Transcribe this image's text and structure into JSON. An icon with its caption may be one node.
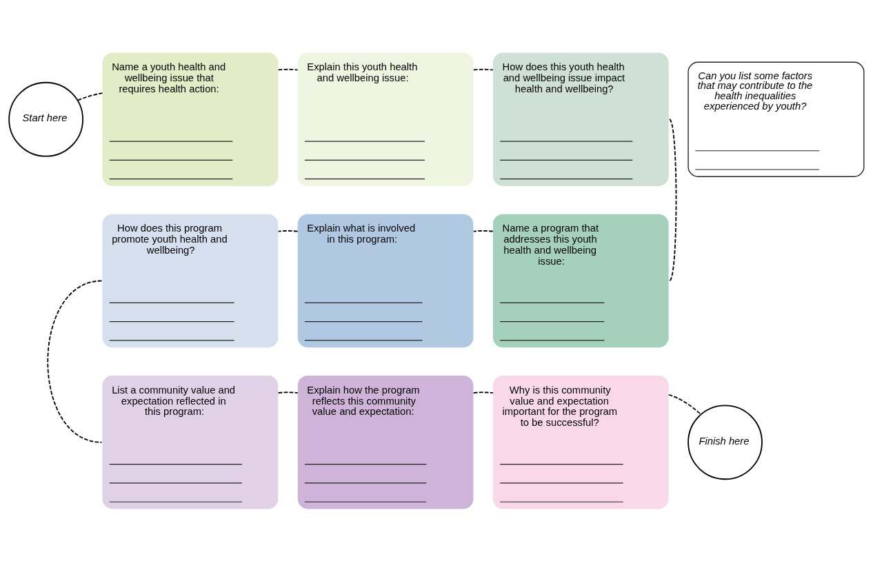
{
  "diagram": {
    "nodes": [
      {
        "text": [
          "Start here"
        ]
      },
      {
        "text": [
          "Name a youth health and wellbeing issue that requires health action:"
        ]
      },
      {
        "text": [
          "Explain this youth health and wellbeing issue:"
        ]
      },
      {
        "text": [
          "How does this youth health and wellbeing issue impact health and wellbeing?"
        ]
      },
      {
        "text": [
          "Can you list some factors that may contribute to the health inequalities experienced by youth?"
        ]
      },
      {
        "text": [
          "How does this program promote youth health and wellbeing?"
        ]
      },
      {
        "text": [
          "Explain what is involved in this program:"
        ]
      },
      {
        "text": [
          "Name a program that addresses this youth health and wellbeing issue:"
        ]
      },
      {
        "text": [
          "List a community value and expectation reflected in this program:"
        ]
      },
      {
        "text": [
          "Explain how the program reflects this community value and expectation:"
        ]
      },
      {
        "text": [
          "Why is this community value and expectation important for the program to be successful?"
        ]
      },
      {
        "text": [
          "Finish here"
        ]
      }
    ],
    "edges": [
      {
        "from": 0,
        "to": 1,
        "arrow": "none",
        "style": "dashed"
      },
      {
        "from": 1,
        "to": 2,
        "arrow": "none",
        "style": "dashed"
      },
      {
        "from": 2,
        "to": 3,
        "arrow": "none",
        "style": "dashed"
      },
      {
        "from": 3,
        "to": 7,
        "arrow": "none",
        "style": "dashed"
      },
      {
        "from": 7,
        "to": 6,
        "arrow": "none",
        "style": "dashed"
      },
      {
        "from": 6,
        "to": 5,
        "arrow": "none",
        "style": "dashed"
      },
      {
        "from": 5,
        "to": 8,
        "arrow": "none",
        "style": "dashed"
      },
      {
        "from": 8,
        "to": 9,
        "arrow": "none",
        "style": "dashed"
      },
      {
        "from": 9,
        "to": 10,
        "arrow": "none",
        "style": "dashed"
      },
      {
        "from": 10,
        "to": 11,
        "arrow": "none",
        "style": "dashed"
      }
    ]
  }
}
